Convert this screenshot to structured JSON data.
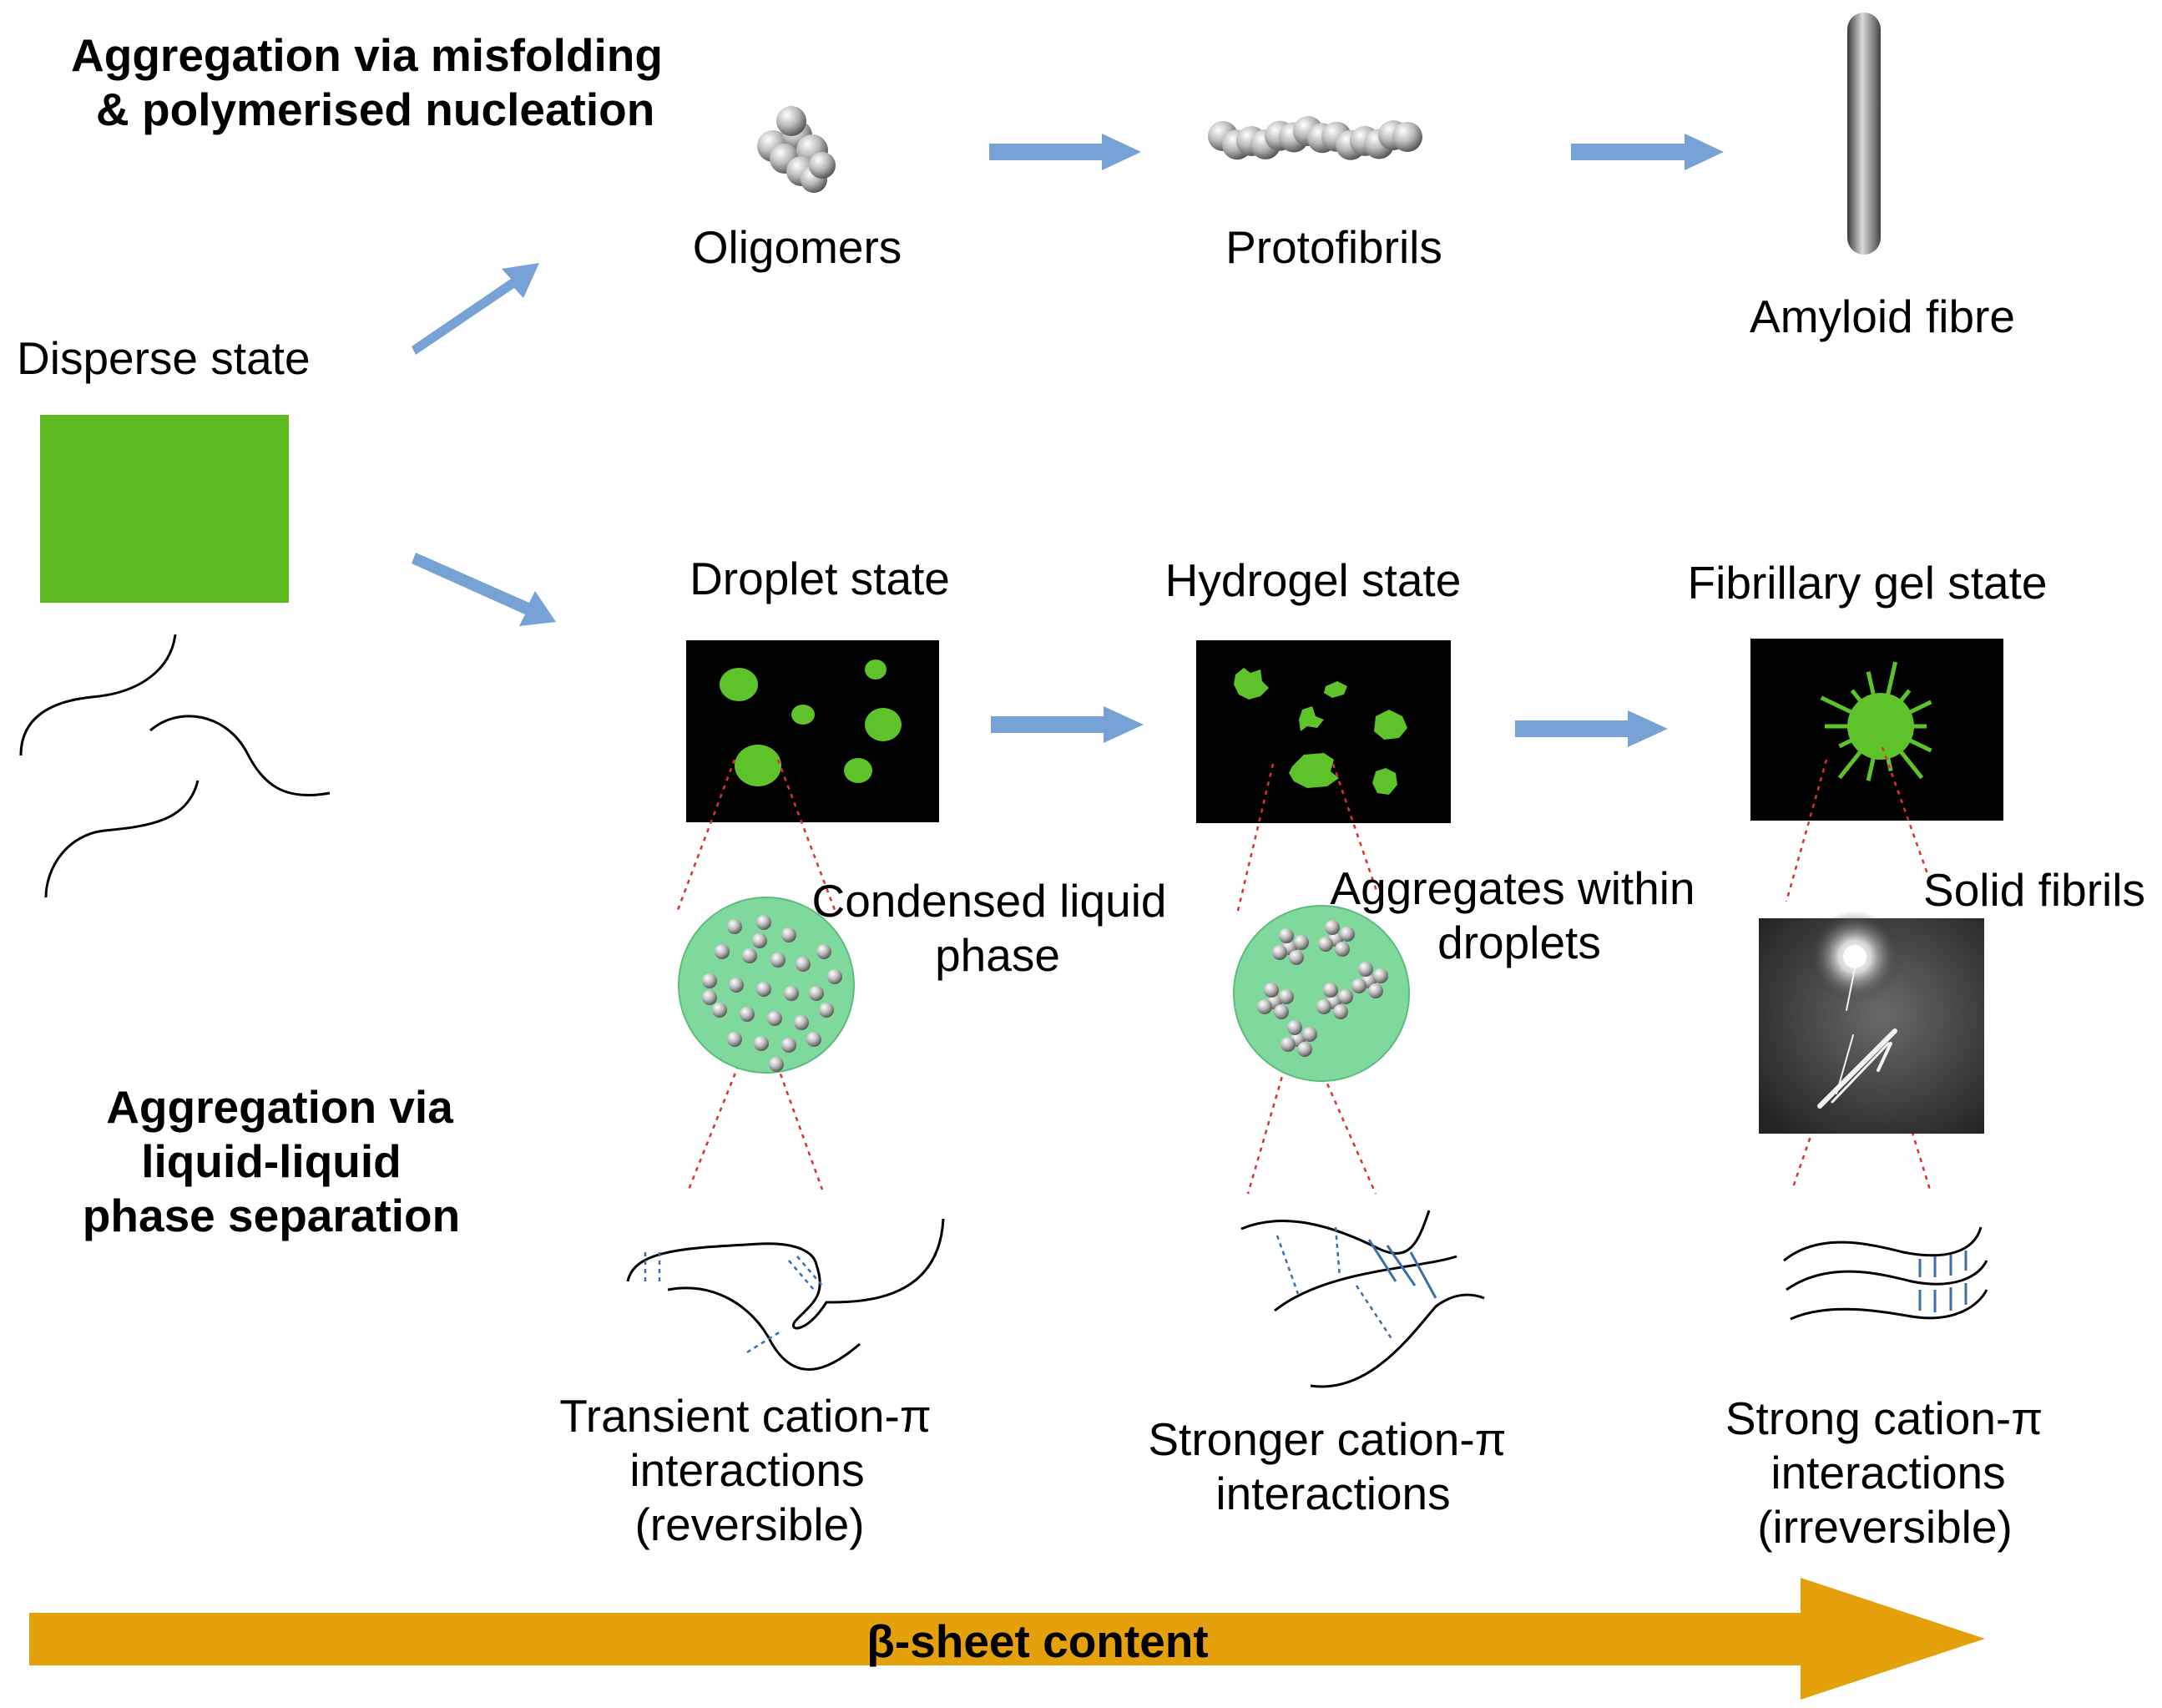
{
  "headings": {
    "misfolding_line1": "Aggregation via misfolding",
    "misfolding_line2": "& polymerised nucleation",
    "llps_line1": "Aggregation via",
    "llps_line2": "liquid-liquid",
    "llps_line3": "phase separation"
  },
  "states": {
    "disperse": "Disperse state",
    "oligomers": "Oligomers",
    "protofibrils": "Protofibrils",
    "amyloid": "Amyloid fibre",
    "droplet": "Droplet state",
    "hydrogel": "Hydrogel state",
    "fibrillary": "Fibrillary gel state"
  },
  "zoom_labels": {
    "condensed_line1": "Condensed liquid",
    "condensed_line2": "phase",
    "aggregates_line1": "Aggregates within",
    "aggregates_line2": "droplets",
    "solid_fibrils": "Solid fibrils"
  },
  "interactions": {
    "transient_line1": "Transient cation-π",
    "transient_line2": "interactions",
    "transient_line3": "(reversible)",
    "stronger_line1": "Stronger cation-π",
    "stronger_line2": "interactions",
    "strong_line1": "Strong cation-π",
    "strong_line2": "interactions",
    "strong_line3": "(irreversible)"
  },
  "axis": {
    "label": "β-sheet content"
  },
  "colors": {
    "green_block": "#5eb921",
    "droplet_green": "#5ec22a",
    "circle_fill": "#7fd99c",
    "arrow_blue": "#76a2d6",
    "axis_orange": "#e5a10c",
    "zoom_red": "#d8322d",
    "bond_blue": "#3c6ea8"
  }
}
